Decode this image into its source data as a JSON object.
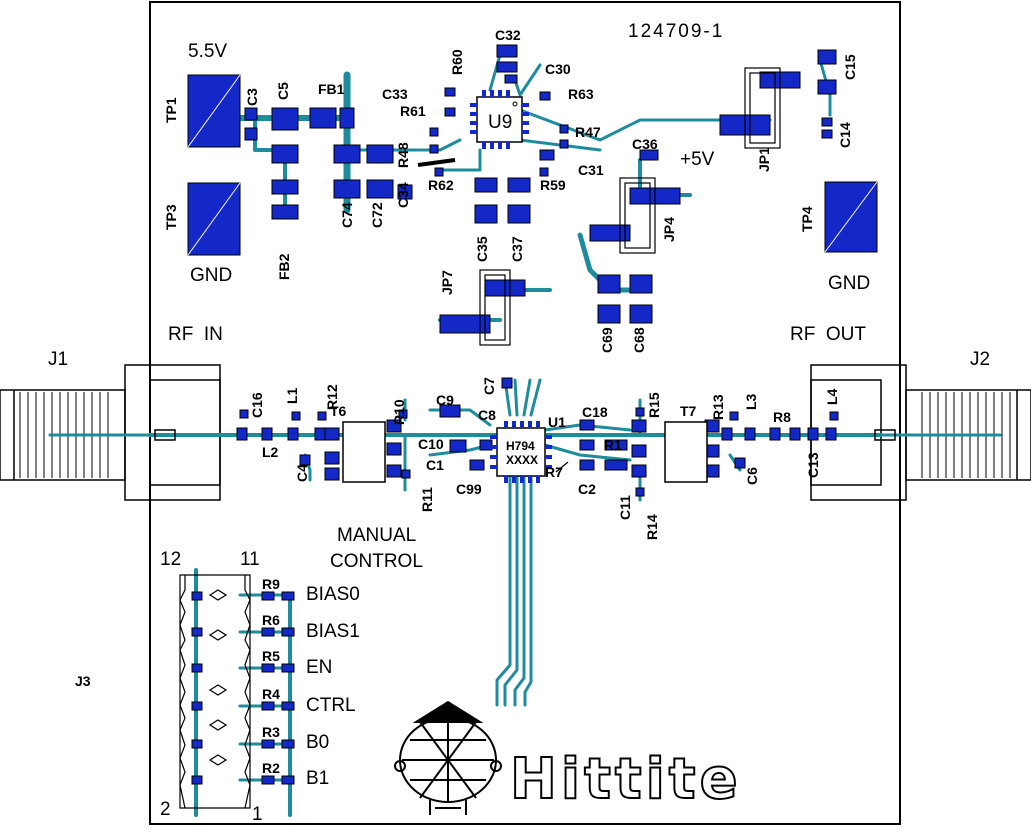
{
  "board": {
    "part_number": "124709-1",
    "supply_label": "5.5V",
    "aux_supply_label": "+5V",
    "gnd_left": "GND",
    "gnd_right": "GND",
    "rf_in": "RF  IN",
    "rf_out": "RF  OUT",
    "manual_control_line1": "MANUAL",
    "manual_control_line2": "CONTROL",
    "logo_text": "Hittite"
  },
  "connectors": {
    "j1": "J1",
    "j2": "J2",
    "j3": "J3",
    "header_pin_12": "12",
    "header_pin_11": "11",
    "header_pin_2": "2",
    "header_pin_1": "1"
  },
  "chips": {
    "u9": "U9",
    "u1": "U1",
    "u1_marking_1": "H794",
    "u1_marking_2": "XXXX"
  },
  "control_lines": [
    {
      "resistor": "R9",
      "signal": "BIAS0"
    },
    {
      "resistor": "R6",
      "signal": "BIAS1"
    },
    {
      "resistor": "R5",
      "signal": "EN"
    },
    {
      "resistor": "R4",
      "signal": "CTRL"
    },
    {
      "resistor": "R3",
      "signal": "B0"
    },
    {
      "resistor": "R2",
      "signal": "B1"
    }
  ],
  "refdes": {
    "tp1": "TP1",
    "tp3": "TP3",
    "tp4": "TP4",
    "c3": "C3",
    "c5": "C5",
    "fb1": "FB1",
    "fb2": "FB2",
    "c74": "C74",
    "c72": "C72",
    "c32": "C32",
    "r60": "R60",
    "c30": "C30",
    "c33": "C33",
    "r61": "R61",
    "r63": "R63",
    "r47": "R47",
    "r48": "R48",
    "c34": "C34",
    "r62": "R62",
    "r59": "R59",
    "c31": "C31",
    "c35": "C35",
    "c37": "C37",
    "c36": "C36",
    "jp4": "JP4",
    "jp1": "JP1",
    "jp7": "JP7",
    "c15": "C15",
    "c14": "C14",
    "c69": "C69",
    "c68": "C68",
    "c16": "C16",
    "l1": "L1",
    "r12": "R12",
    "l2": "L2",
    "c4": "C4",
    "t6": "T6",
    "r10": "R10",
    "r11": "R11",
    "c9": "C9",
    "c8": "C8",
    "c10": "C10",
    "c1": "C1",
    "c99": "C99",
    "c7": "C7",
    "c18": "C18",
    "r1": "R1",
    "r7": "R7",
    "c2": "C2",
    "c11": "C11",
    "r14": "R14",
    "r15": "R15",
    "t7": "T7",
    "r13": "R13",
    "l3": "L3",
    "r8": "R8",
    "l4": "L4",
    "c6": "C6",
    "c13": "C13"
  },
  "colors": {
    "copper": "#1428c8",
    "trace": "#1e8c9c",
    "silkscreen": "#000000",
    "background": "#ffffff"
  }
}
